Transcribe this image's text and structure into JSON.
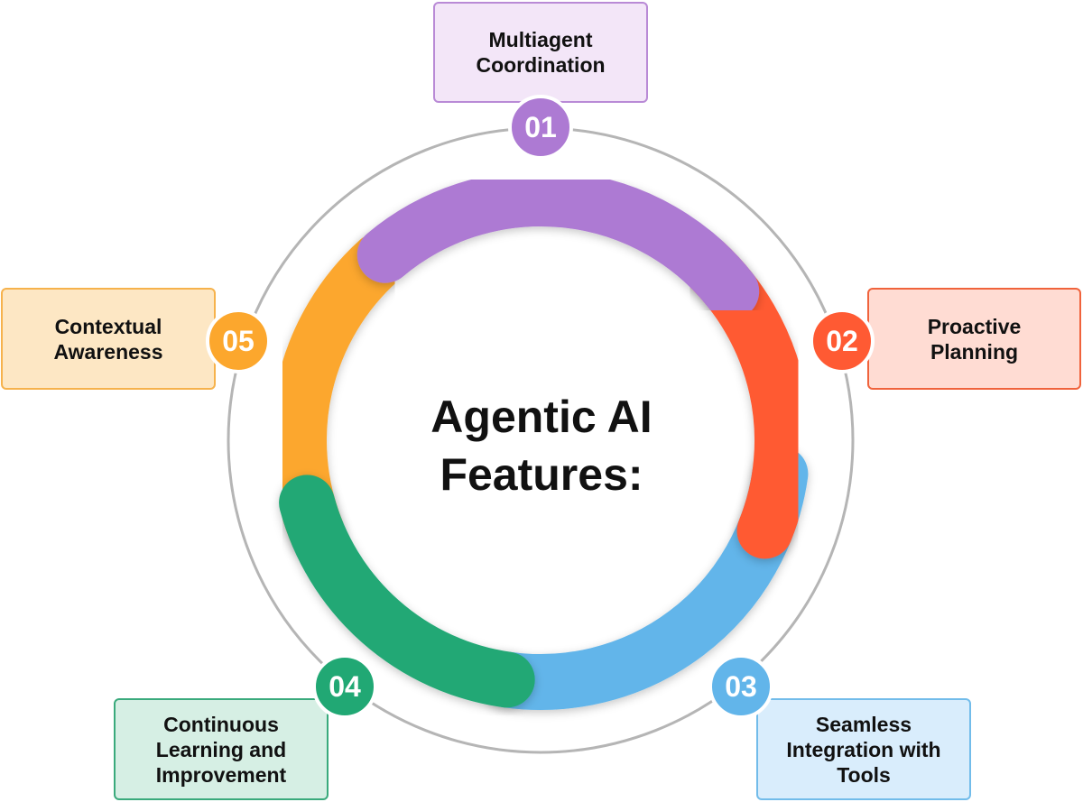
{
  "title": "Agentic AI\nFeatures:",
  "colors": {
    "purple": "#ad7ad3",
    "orange_red": "#ff5a33",
    "blue": "#62b5ea",
    "green": "#21a874",
    "orange": "#fca72d",
    "outer_ring": "#b5b5b5"
  },
  "features": [
    {
      "number": "01",
      "label": "Multiagent\nCoordination",
      "color": "#ad7ad3",
      "box_bg": "#f3e6f8",
      "box_border": "#b98ad6"
    },
    {
      "number": "02",
      "label": "Proactive\nPlanning",
      "color": "#ff5a33",
      "box_bg": "#ffdcd3",
      "box_border": "#f0633c"
    },
    {
      "number": "03",
      "label": "Seamless\nIntegration with\nTools",
      "color": "#62b5ea",
      "box_bg": "#d9edfc",
      "box_border": "#72bcea"
    },
    {
      "number": "04",
      "label": "Continuous\nLearning and\nImprovement",
      "color": "#21a874",
      "box_bg": "#d6efe4",
      "box_border": "#3aaa7c"
    },
    {
      "number": "05",
      "label": "Contextual\nAwareness",
      "color": "#fca72d",
      "box_bg": "#fde7c4",
      "box_border": "#f6b24c"
    }
  ]
}
